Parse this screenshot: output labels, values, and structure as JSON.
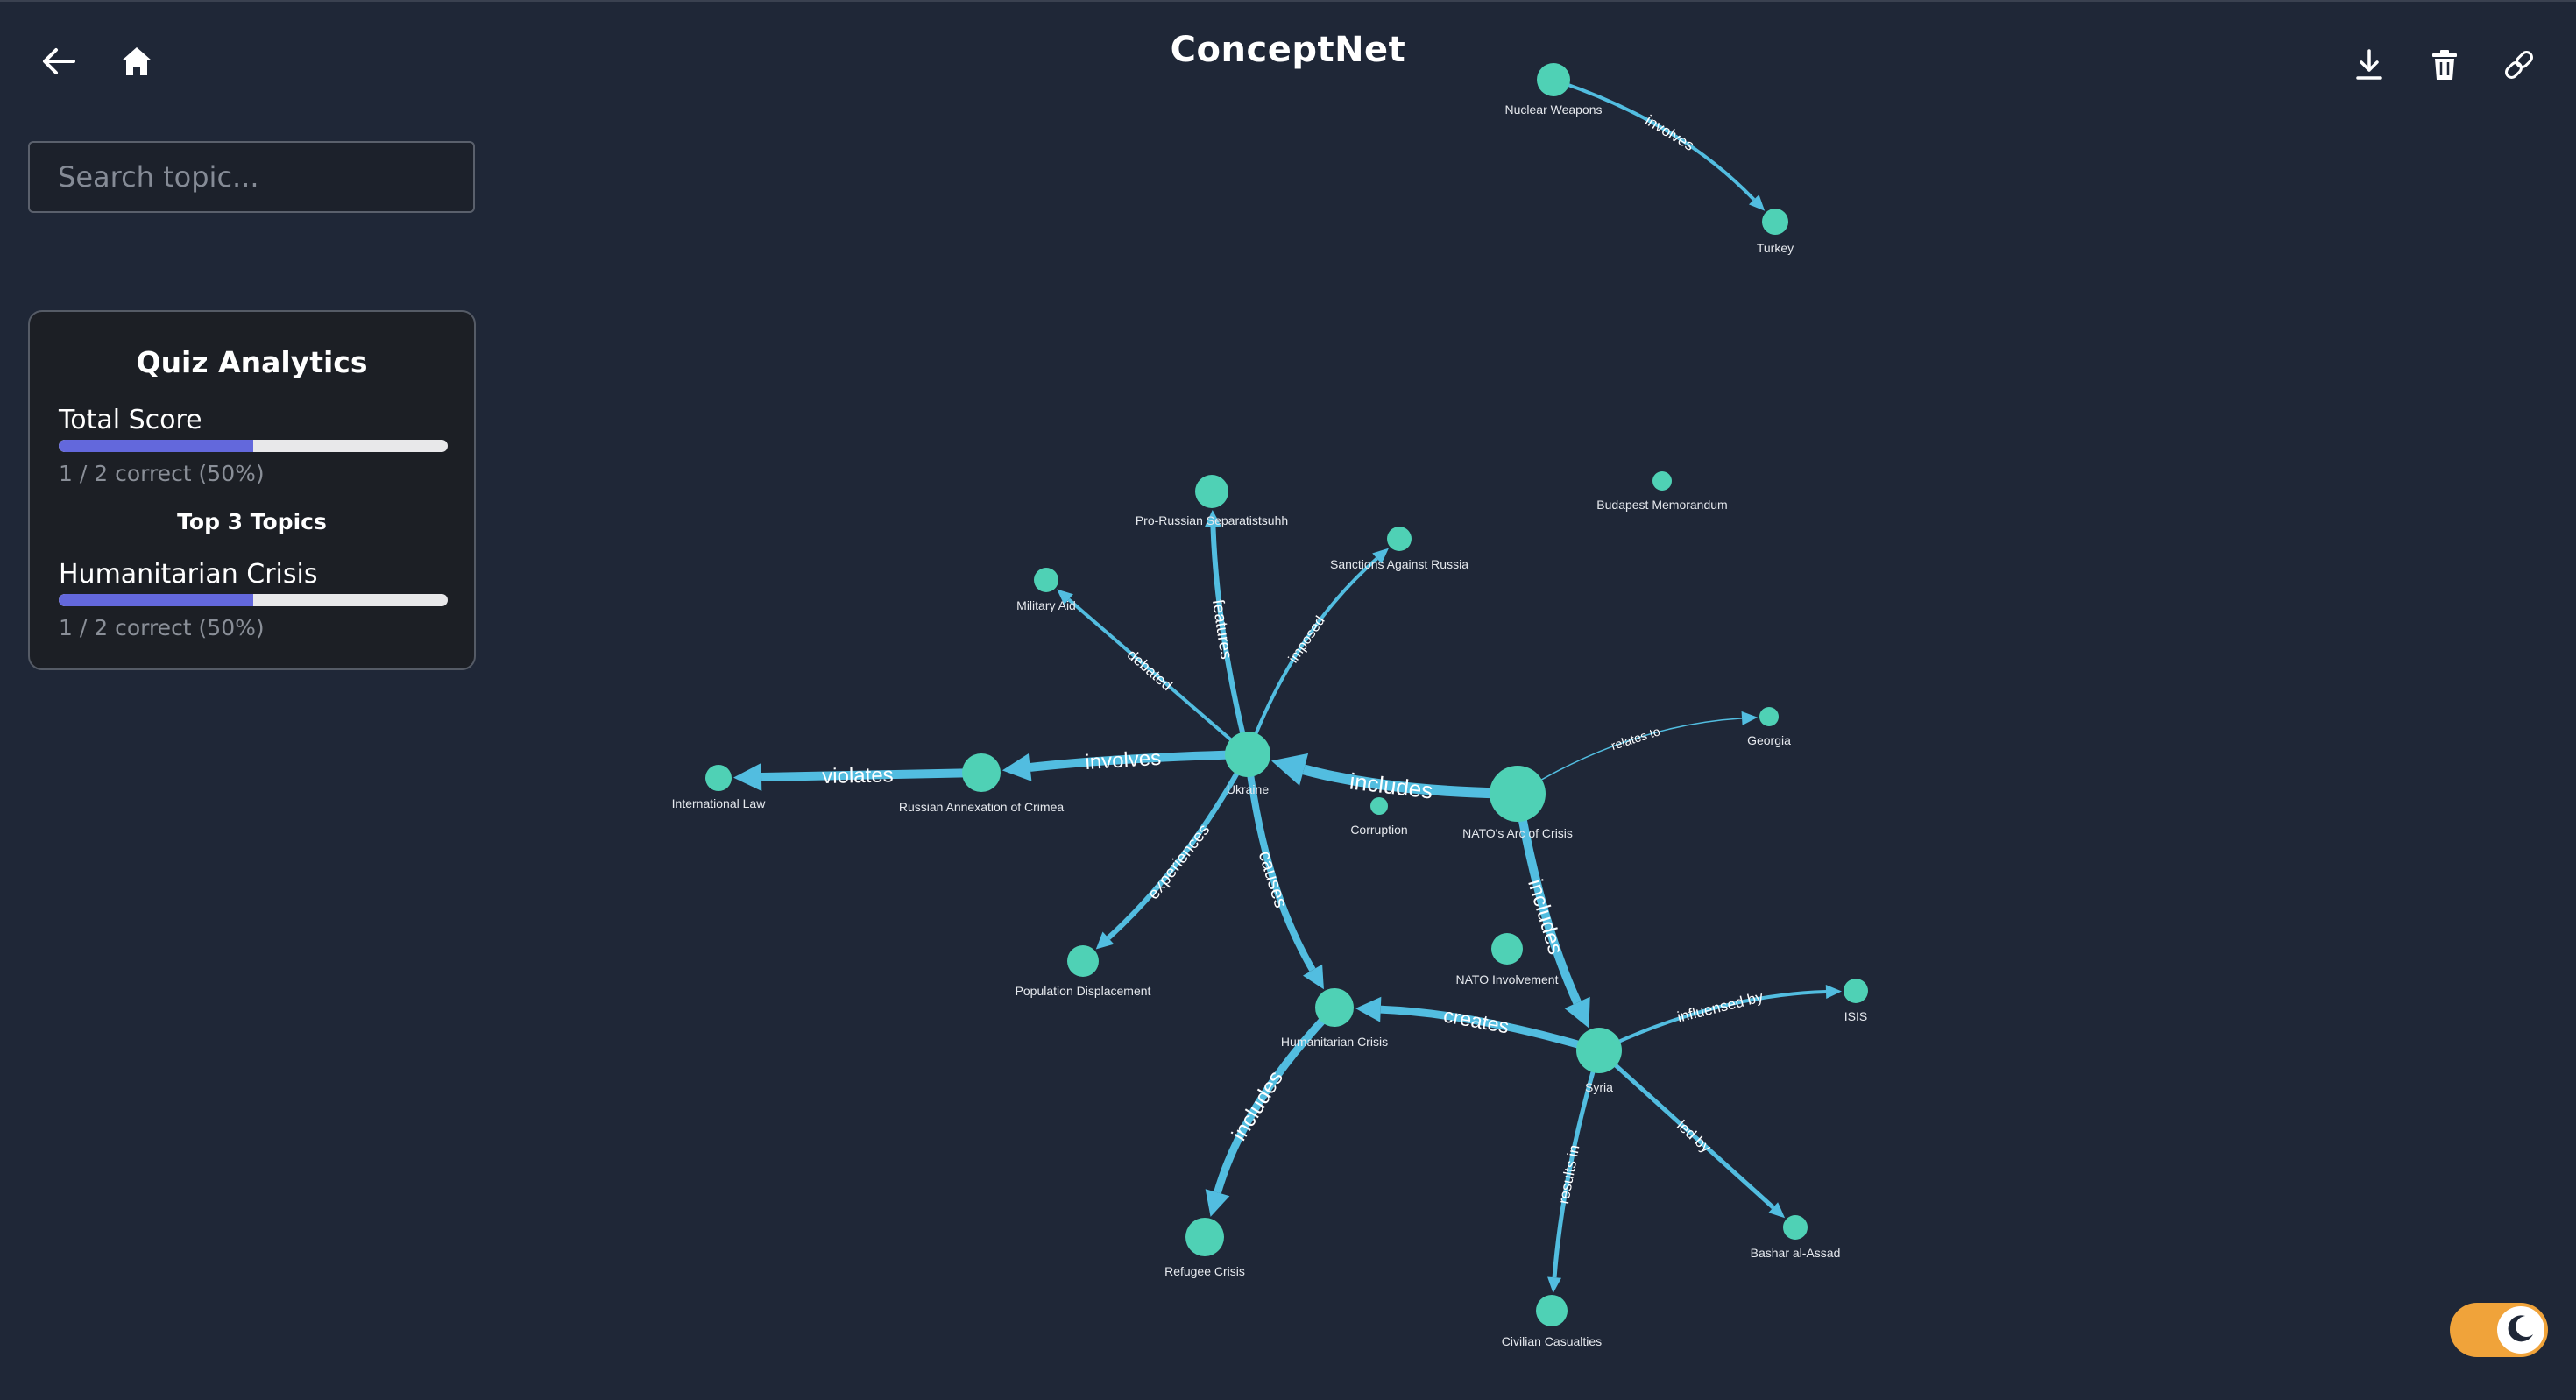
{
  "app": {
    "title": "ConceptNet"
  },
  "search": {
    "placeholder": "Search topic..."
  },
  "quiz_analytics": {
    "title": "Quiz Analytics",
    "total_label": "Total Score",
    "total_progress": 0.5,
    "total_text": "1 / 2 correct (50%)",
    "top_topics_title": "Top 3 Topics",
    "topics": [
      {
        "name": "Humanitarian Crisis",
        "progress": 0.5,
        "text": "1 / 2 correct (50%)"
      }
    ]
  },
  "graph": {
    "nodes": [
      {
        "id": "ukraine",
        "label": "Ukraine"
      },
      {
        "id": "nato_arc",
        "label": "NATO's Arc of Crisis"
      },
      {
        "id": "crimea",
        "label": "Russian Annexation of Crimea"
      },
      {
        "id": "intl_law",
        "label": "International Law"
      },
      {
        "id": "pro_russian",
        "label": "Pro-Russian Separatistsuhh"
      },
      {
        "id": "sanctions",
        "label": "Sanctions Against Russia"
      },
      {
        "id": "military_aid",
        "label": "Military Aid"
      },
      {
        "id": "pop_disp",
        "label": "Population Displacement"
      },
      {
        "id": "hum_crisis",
        "label": "Humanitarian Crisis"
      },
      {
        "id": "syria",
        "label": "Syria"
      },
      {
        "id": "refugee",
        "label": "Refugee Crisis"
      },
      {
        "id": "civilian",
        "label": "Civilian Casualties"
      },
      {
        "id": "assad",
        "label": "Bashar al-Assad"
      },
      {
        "id": "isis",
        "label": "ISIS"
      },
      {
        "id": "georgia",
        "label": "Georgia"
      },
      {
        "id": "corruption",
        "label": "Corruption"
      },
      {
        "id": "nato_inv",
        "label": "NATO Involvement"
      },
      {
        "id": "budapest",
        "label": "Budapest Memorandum"
      },
      {
        "id": "nuclear",
        "label": "Nuclear Weapons"
      },
      {
        "id": "turkey",
        "label": "Turkey"
      }
    ],
    "edges": [
      {
        "from": "nuclear",
        "to": "turkey",
        "label": "involves"
      },
      {
        "from": "nato_arc",
        "to": "ukraine",
        "label": "includes"
      },
      {
        "from": "nato_arc",
        "to": "syria",
        "label": "includes"
      },
      {
        "from": "nato_arc",
        "to": "georgia",
        "label": "relates to"
      },
      {
        "from": "ukraine",
        "to": "crimea",
        "label": "involves"
      },
      {
        "from": "crimea",
        "to": "intl_law",
        "label": "violates"
      },
      {
        "from": "ukraine",
        "to": "pro_russian",
        "label": "features"
      },
      {
        "from": "ukraine",
        "to": "sanctions",
        "label": "imposed"
      },
      {
        "from": "ukraine",
        "to": "military_aid",
        "label": "debated"
      },
      {
        "from": "ukraine",
        "to": "pop_disp",
        "label": "experiences"
      },
      {
        "from": "ukraine",
        "to": "hum_crisis",
        "label": "causes"
      },
      {
        "from": "syria",
        "to": "hum_crisis",
        "label": "creates"
      },
      {
        "from": "hum_crisis",
        "to": "refugee",
        "label": "includes"
      },
      {
        "from": "syria",
        "to": "isis",
        "label": "influensed by"
      },
      {
        "from": "syria",
        "to": "assad",
        "label": "led by"
      },
      {
        "from": "syria",
        "to": "civilian",
        "label": "results in"
      }
    ]
  },
  "theme": {
    "dark_mode": true
  },
  "colors": {
    "background": "#1f2737",
    "node": "#4fd1b5",
    "edge": "#52bde0",
    "accent": "#6368dc",
    "toggle": "#f0a33a"
  },
  "icons": [
    "back-arrow-icon",
    "home-icon",
    "download-icon",
    "trash-icon",
    "link-icon",
    "moon-icon"
  ]
}
